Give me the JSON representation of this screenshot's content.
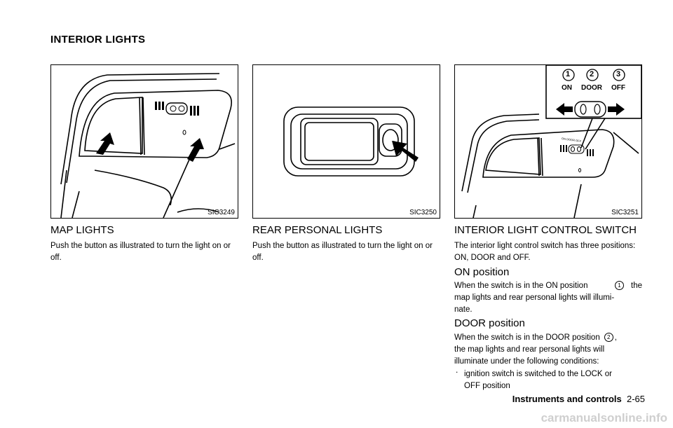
{
  "page": {
    "section_title": "INTERIOR LIGHTS"
  },
  "figures": [
    {
      "code": "SIC3249"
    },
    {
      "code": "SIC3250"
    },
    {
      "code": "SIC3251",
      "labels": {
        "one": "1",
        "two": "2",
        "three": "3",
        "on": "ON",
        "door": "DOOR",
        "off": "OFF",
        "small_text": "ON DOOR OFF"
      }
    }
  ],
  "col1": {
    "heading": "MAP LIGHTS",
    "body": "Push the button as illustrated to turn the light on or off."
  },
  "col2": {
    "heading": "REAR PERSONAL LIGHTS",
    "body": "Push the button as illustrated to turn the light on or off."
  },
  "col3": {
    "heading": "INTERIOR LIGHT CONTROL SWITCH",
    "intro": "The interior light control switch has three positions: ON, DOOR and OFF.",
    "on_heading": "ON position",
    "on_body_pre": "When the switch is in the ON position",
    "on_num": "1",
    "on_body_post": "the",
    "on_body_line2": "map lights and rear personal lights will illumi-",
    "on_body_line3": "nate.",
    "door_heading": "DOOR position",
    "door_body_pre": "When the switch is in the DOOR position",
    "door_num": "2",
    "door_body_post": ",",
    "door_body_line2": "the map lights and rear personal lights will",
    "door_body_line3": "illuminate under the following conditions:",
    "bullet_marker": ".",
    "bullet_line1": "ignition switch is switched to the LOCK or",
    "bullet_line2": "OFF position"
  },
  "footer": {
    "section": "Instruments and controls",
    "page_number": "2-65"
  },
  "watermark": "carmanualsonline.info"
}
